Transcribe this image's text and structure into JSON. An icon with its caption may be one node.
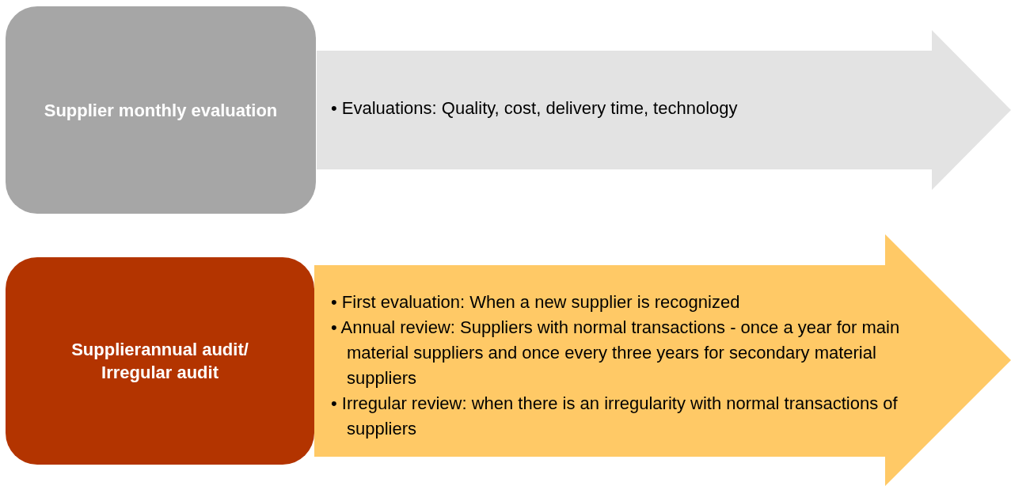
{
  "diagram": {
    "nodes": [
      {
        "text": [
          "Supplier monthly evaluation"
        ]
      },
      {
        "text": [
          "• Evaluations: Quality, cost, delivery time, technology"
        ]
      },
      {
        "text": [
          "Supplierannual audit/ Irregular audit"
        ]
      },
      {
        "text": [
          "• First evaluation: When a new supplier is recognized",
          "• Annual review: Suppliers with normal transactions - once a year for main material suppliers and once every three years for secondary material suppliers",
          "• Irregular review: when there is an irregularity with normal transactions of suppliers"
        ]
      }
    ]
  }
}
